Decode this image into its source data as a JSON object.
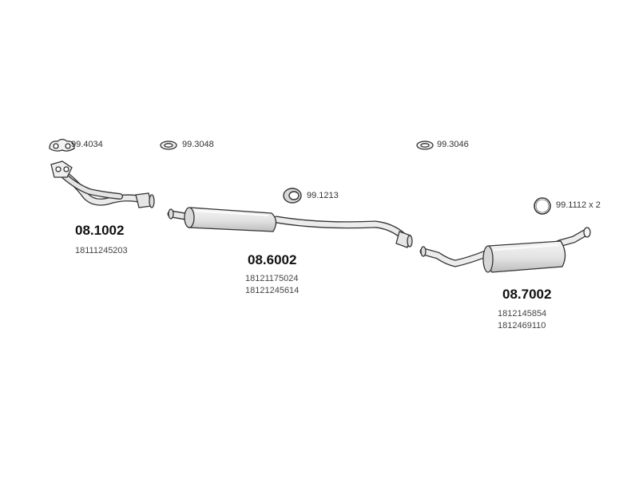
{
  "gaskets": {
    "g1": "99.4034",
    "g2": "99.3048",
    "g3": "99.3046",
    "g4": "99.1213",
    "g5": "99.1112 x 2"
  },
  "parts": {
    "front_pipe": {
      "code": "08.1002",
      "oem": [
        "18111245203"
      ]
    },
    "middle_muffler": {
      "code": "08.6002",
      "oem": [
        "18121175024",
        "18121245614"
      ]
    },
    "rear_muffler": {
      "code": "08.7002",
      "oem": [
        "1812145854",
        "1812469110"
      ]
    }
  },
  "colors": {
    "line": "#333333",
    "body_fill": "#e9e9e9",
    "body_shade": "#c9c9c9"
  }
}
